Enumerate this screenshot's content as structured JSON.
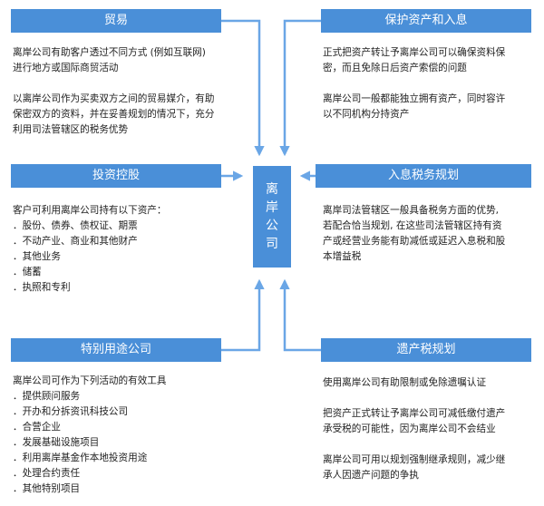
{
  "center": {
    "chars": [
      "离",
      "岸",
      "公",
      "司"
    ]
  },
  "trade": {
    "title": "贸易",
    "p1": [
      "离岸公司有助客户透过不同方式 (例如互联网)",
      "进行地方或国际商贸活动"
    ],
    "p2": [
      "以离岸公司作为买卖双方之间的贸易媒介，有助",
      "保密双方的资料，并在妥善规划的情况下，充分",
      "利用司法管辖区的税务优势"
    ]
  },
  "asset": {
    "title": "保护资产和入息",
    "p1": [
      "正式把资产转让予离岸公司可以确保资料保",
      "密，而且免除日后资产索偿的问题"
    ],
    "p2": [
      "离岸公司一般都能独立拥有资产，同时容许",
      "以不同机构分持资产"
    ]
  },
  "invest": {
    "title": "投资控股",
    "intro": "客户可利用离岸公司持有以下资产：",
    "items": [
      "．股份、债券、债权证、期票",
      "．不动产业、商业和其他财产",
      "．其他业务",
      "．储蓄",
      "．执照和专利"
    ]
  },
  "tax": {
    "title": "入息税务规划",
    "p1": [
      "离岸司法管辖区一般具备税务方面的优势,",
      "若配合恰当规划, 在这些司法管辖区持有资",
      "产或经营业务能有助减低或延迟入息税和股",
      "本增益税"
    ]
  },
  "special": {
    "title": "特别用途公司",
    "intro": "离岸公司可作为下列活动的有效工具",
    "items": [
      "．提供顾问服务",
      "．开办和分拆资讯科技公司",
      "．合营企业",
      "．发展基础设施项目",
      "．利用离岸基金作本地投资用途",
      "．处理合约责任",
      "．其他特别项目"
    ]
  },
  "estate": {
    "title": "遗产税规划",
    "p1": [
      "使用离岸公司有助限制或免除遗嘱认证"
    ],
    "p2": [
      "把资产正式转让予离岸公司可减低缴付遗产",
      "承受税的可能性，因为离岸公司不会结业"
    ],
    "p3": [
      "离岸公司可用以规划强制继承规则，减少继",
      "承人因遗产问题的争执"
    ]
  },
  "colors": {
    "box": "#4a8fd8",
    "arrow": "#6aa6e6"
  }
}
